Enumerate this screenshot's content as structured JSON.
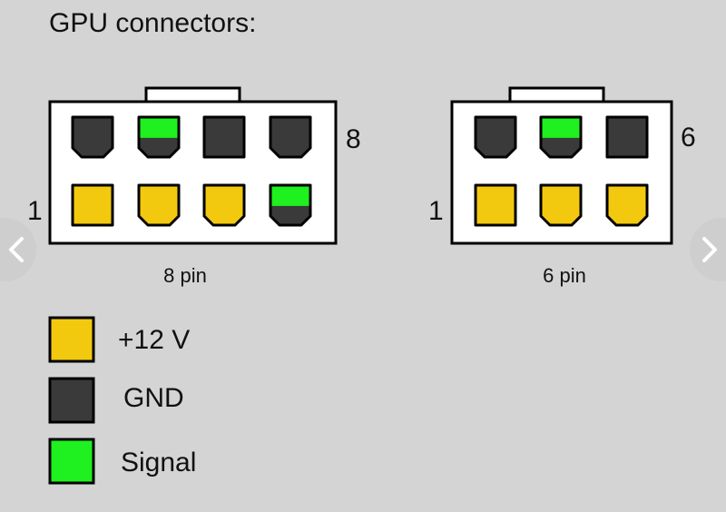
{
  "title": "GPU connectors:",
  "colors": {
    "v12": "#f2c90f",
    "gnd": "#3a3a3a",
    "signal": "#1ff01f",
    "outline": "#000000",
    "housing": "#ffffff",
    "background": "#d4d4d4"
  },
  "connectors": [
    {
      "caption": "8 pin",
      "pin_first": "1",
      "pin_last": "8",
      "top_row": [
        {
          "type": "gnd",
          "shape": "bevel"
        },
        {
          "type": "signal-gnd",
          "shape": "bevel"
        },
        {
          "type": "gnd",
          "shape": "square"
        },
        {
          "type": "gnd",
          "shape": "bevel"
        }
      ],
      "bottom_row": [
        {
          "type": "v12",
          "shape": "square"
        },
        {
          "type": "v12",
          "shape": "bevel"
        },
        {
          "type": "v12",
          "shape": "bevel"
        },
        {
          "type": "signal-gnd",
          "shape": "bevel"
        }
      ]
    },
    {
      "caption": "6 pin",
      "pin_first": "1",
      "pin_last": "6",
      "top_row": [
        {
          "type": "gnd",
          "shape": "bevel"
        },
        {
          "type": "signal-gnd",
          "shape": "bevel"
        },
        {
          "type": "gnd",
          "shape": "square"
        }
      ],
      "bottom_row": [
        {
          "type": "v12",
          "shape": "square"
        },
        {
          "type": "v12",
          "shape": "bevel"
        },
        {
          "type": "v12",
          "shape": "bevel"
        }
      ]
    }
  ],
  "legend": [
    {
      "label": "+12 V",
      "type": "v12"
    },
    {
      "label": "GND",
      "type": "gnd"
    },
    {
      "label": "Signal",
      "type": "signal"
    }
  ],
  "nav": {
    "prev_icon": "chevron-left-icon",
    "next_icon": "chevron-right-icon"
  }
}
